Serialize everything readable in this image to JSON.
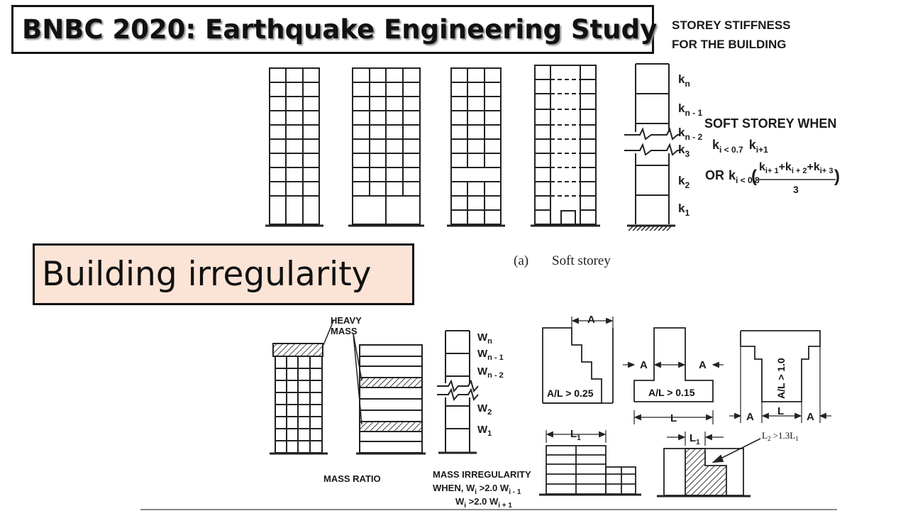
{
  "header": {
    "title": "BNBC 2020: Earthquake Engineering Study"
  },
  "subtitle": {
    "text": "Building irregularity"
  },
  "soft_storey": {
    "heading_line1": "STOREY STIFFNESS",
    "heading_line2": "FOR THE BUILDING",
    "k_labels": [
      {
        "base": "k",
        "sub": "n"
      },
      {
        "base": "k",
        "sub": "n - 1"
      },
      {
        "base": "k",
        "sub": "n - 2"
      },
      {
        "base": "k",
        "sub": "3"
      },
      {
        "base": "k",
        "sub": "2"
      },
      {
        "base": "k",
        "sub": "1"
      }
    ],
    "condition_title": "SOFT STOREY WHEN",
    "cond1": {
      "k1": "k",
      "s1": "i < 0.7",
      "k2": "k",
      "s2": "i+1"
    },
    "cond2": {
      "or": "OR",
      "k": "k",
      "s": "i < 0.8",
      "open": "(",
      "num_k1": "k",
      "num_s1": "i+ 1",
      "plus1": "+",
      "num_k2": "k",
      "num_s2": "i + 2",
      "plus2": "+",
      "num_k3": "k",
      "num_s3": "i+ 3",
      "den": "3",
      "close": ")"
    },
    "caption_label": "(a)",
    "caption_text": "Soft storey"
  },
  "mass": {
    "heavy_line1": "HEAVY",
    "heavy_line2": "MASS",
    "w_labels": [
      {
        "base": "W",
        "sub": "n"
      },
      {
        "base": "W",
        "sub": "n - 1"
      },
      {
        "base": "W",
        "sub": "n - 2"
      },
      {
        "base": "W",
        "sub": "2"
      },
      {
        "base": "W",
        "sub": "1"
      }
    ],
    "mass_ratio_label": "MASS RATIO",
    "irr_line1": "MASS IRREGULARITY",
    "irr_line2": {
      "pre": "WHEN, ",
      "w1": "W",
      "s1": "i",
      "mid": " >2.0 ",
      "w2": "W",
      "s2": "i  - 1"
    },
    "irr_line3": {
      "w1": "W",
      "s1": "i",
      "mid": " >2.0 ",
      "w2": "W",
      "s2": "i + 1"
    }
  },
  "plan": {
    "a_label": "A",
    "l_label": "L",
    "ratio1": "A/L > 0.25",
    "ratio2": "A/L > 0.15",
    "ratio3": "A/L > 1.0",
    "l1_label": {
      "base": "L",
      "sub": "1"
    },
    "l2_label": {
      "a": "L",
      "sa": "2",
      "mid": " >1.3L",
      "sb": "1"
    }
  }
}
